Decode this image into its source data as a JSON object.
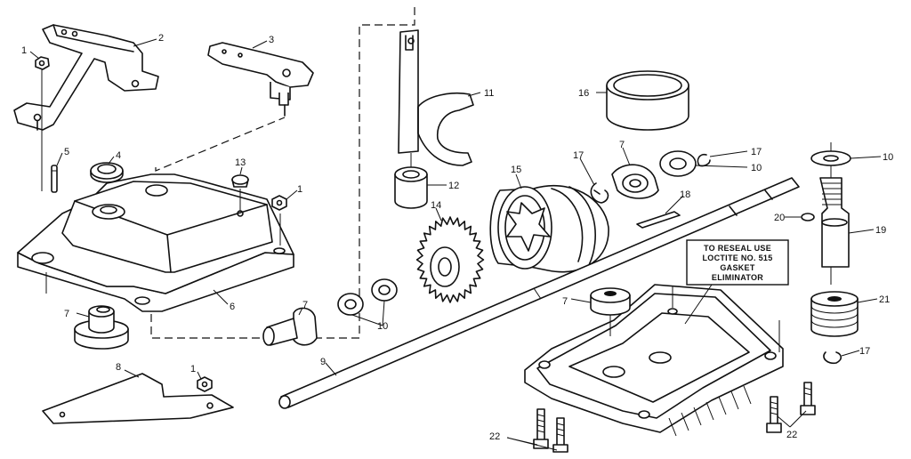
{
  "callouts": [
    {
      "id": "c1a",
      "text": "1"
    },
    {
      "id": "c2",
      "text": "2"
    },
    {
      "id": "c3",
      "text": "3"
    },
    {
      "id": "c4",
      "text": "4"
    },
    {
      "id": "c5",
      "text": "5"
    },
    {
      "id": "c13",
      "text": "13"
    },
    {
      "id": "c1b",
      "text": "1"
    },
    {
      "id": "c6",
      "text": "6"
    },
    {
      "id": "c7a",
      "text": "7"
    },
    {
      "id": "c8",
      "text": "8"
    },
    {
      "id": "c1c",
      "text": "1"
    },
    {
      "id": "c11",
      "text": "11"
    },
    {
      "id": "c12",
      "text": "12"
    },
    {
      "id": "c14",
      "text": "14"
    },
    {
      "id": "c7b",
      "text": "7"
    },
    {
      "id": "c10a",
      "text": "10"
    },
    {
      "id": "c9",
      "text": "9"
    },
    {
      "id": "c15",
      "text": "15"
    },
    {
      "id": "c17a",
      "text": "17"
    },
    {
      "id": "c7c",
      "text": "7"
    },
    {
      "id": "c17b",
      "text": "17"
    },
    {
      "id": "c10b",
      "text": "10"
    },
    {
      "id": "c16",
      "text": "16"
    },
    {
      "id": "c18",
      "text": "18"
    },
    {
      "id": "c10c",
      "text": "10"
    },
    {
      "id": "c20",
      "text": "20"
    },
    {
      "id": "c19",
      "text": "19"
    },
    {
      "id": "c21",
      "text": "21"
    },
    {
      "id": "c17c",
      "text": "17"
    },
    {
      "id": "c7d",
      "text": "7"
    },
    {
      "id": "c22a",
      "text": "22"
    },
    {
      "id": "c22b",
      "text": "22"
    }
  ],
  "note": {
    "line1": "TO RESEAL USE",
    "line2": "LOCTITE NO. 515",
    "line3": "GASKET",
    "line4": "ELIMINATOR"
  }
}
